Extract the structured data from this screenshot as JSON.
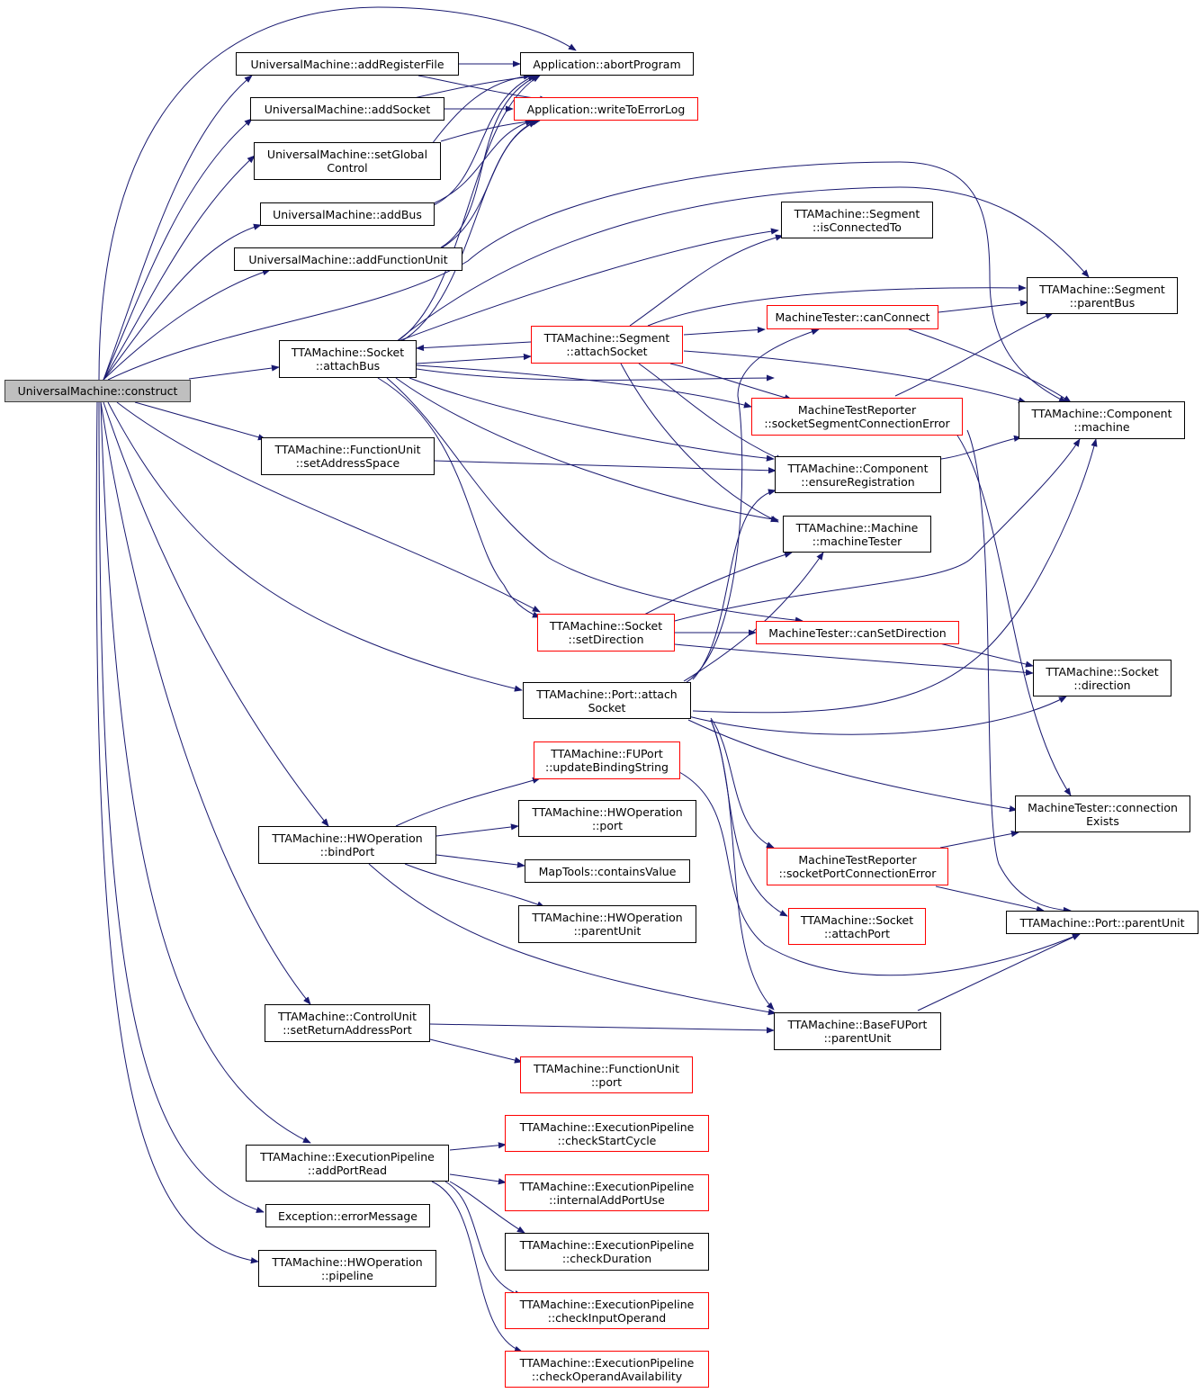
{
  "colors": {
    "edge": "#191970",
    "node_border": "#000000",
    "node_border_external": "#ff0000",
    "root_fill": "#bfbfbf"
  },
  "nodes": {
    "root": {
      "lines": [
        "UniversalMachine::construct"
      ]
    },
    "addRF": {
      "lines": [
        "UniversalMachine::addRegisterFile"
      ]
    },
    "addSock": {
      "lines": [
        "UniversalMachine::addSocket"
      ]
    },
    "setGC": {
      "lines": [
        "UniversalMachine::setGlobal",
        "Control"
      ]
    },
    "addBus": {
      "lines": [
        "UniversalMachine::addBus"
      ]
    },
    "addFU": {
      "lines": [
        "UniversalMachine::addFunctionUnit"
      ]
    },
    "sockAttachBus": {
      "lines": [
        "TTAMachine::Socket",
        "::attachBus"
      ]
    },
    "fuSetAS": {
      "lines": [
        "TTAMachine::FunctionUnit",
        "::setAddressSpace"
      ]
    },
    "abort": {
      "lines": [
        "Application::abortProgram"
      ]
    },
    "errLog": {
      "lines": [
        "Application::writeToErrorLog"
      ]
    },
    "segIsConn": {
      "lines": [
        "TTAMachine::Segment",
        "::isConnectedTo"
      ]
    },
    "segAttachSock": {
      "lines": [
        "TTAMachine::Segment",
        "::attachSocket"
      ]
    },
    "mtCanConn": {
      "lines": [
        "MachineTester::canConnect"
      ]
    },
    "mtrSockSeg": {
      "lines": [
        "MachineTestReporter",
        "::socketSegmentConnectionError"
      ]
    },
    "compEnsure": {
      "lines": [
        "TTAMachine::Component",
        "::ensureRegistration"
      ]
    },
    "machTester": {
      "lines": [
        "TTAMachine::Machine",
        "::machineTester"
      ]
    },
    "segParentBus": {
      "lines": [
        "TTAMachine::Segment",
        "::parentBus"
      ]
    },
    "compMachine": {
      "lines": [
        "TTAMachine::Component",
        "::machine"
      ]
    },
    "sockSetDir": {
      "lines": [
        "TTAMachine::Socket",
        "::setDirection"
      ]
    },
    "mtCanSetDir": {
      "lines": [
        "MachineTester::canSetDirection"
      ]
    },
    "sockDir": {
      "lines": [
        "TTAMachine::Socket",
        "::direction"
      ]
    },
    "portAttachSock": {
      "lines": [
        "TTAMachine::Port::attach",
        "Socket"
      ]
    },
    "fuportUpd": {
      "lines": [
        "TTAMachine::FUPort",
        "::updateBindingString"
      ]
    },
    "hwBindPort": {
      "lines": [
        "TTAMachine::HWOperation",
        "::bindPort"
      ]
    },
    "hwPort": {
      "lines": [
        "TTAMachine::HWOperation",
        "::port"
      ]
    },
    "mapContains": {
      "lines": [
        "MapTools::containsValue"
      ]
    },
    "hwParentUnit": {
      "lines": [
        "TTAMachine::HWOperation",
        "::parentUnit"
      ]
    },
    "mtConnExists": {
      "lines": [
        "MachineTester::connection",
        "Exists"
      ]
    },
    "mtrSockPort": {
      "lines": [
        "MachineTestReporter",
        "::socketPortConnectionError"
      ]
    },
    "sockAttachPort": {
      "lines": [
        "TTAMachine::Socket",
        "::attachPort"
      ]
    },
    "portParentUnit": {
      "lines": [
        "TTAMachine::Port::parentUnit"
      ]
    },
    "cuSetRAP": {
      "lines": [
        "TTAMachine::ControlUnit",
        "::setReturnAddressPort"
      ]
    },
    "bfuParentUnit": {
      "lines": [
        "TTAMachine::BaseFUPort",
        "::parentUnit"
      ]
    },
    "fuPort": {
      "lines": [
        "TTAMachine::FunctionUnit",
        "::port"
      ]
    },
    "epAddPortRead": {
      "lines": [
        "TTAMachine::ExecutionPipeline",
        "::addPortRead"
      ]
    },
    "epCheckStart": {
      "lines": [
        "TTAMachine::ExecutionPipeline",
        "::checkStartCycle"
      ]
    },
    "epInternal": {
      "lines": [
        "TTAMachine::ExecutionPipeline",
        "::internalAddPortUse"
      ]
    },
    "epCheckDur": {
      "lines": [
        "TTAMachine::ExecutionPipeline",
        "::checkDuration"
      ]
    },
    "epCheckInput": {
      "lines": [
        "TTAMachine::ExecutionPipeline",
        "::checkInputOperand"
      ]
    },
    "epCheckAvail": {
      "lines": [
        "TTAMachine::ExecutionPipeline",
        "::checkOperandAvailability"
      ]
    },
    "excErrMsg": {
      "lines": [
        "Exception::errorMessage"
      ]
    },
    "hwPipeline": {
      "lines": [
        "TTAMachine::HWOperation",
        "::pipeline"
      ]
    }
  }
}
